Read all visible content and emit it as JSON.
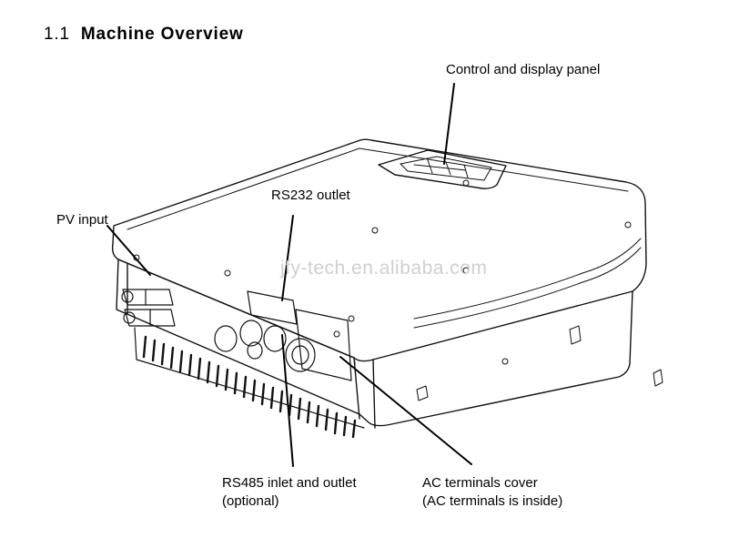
{
  "heading": {
    "number": "1.1",
    "title": "Machine Overview"
  },
  "callouts": {
    "control_panel": "Control and display panel",
    "rs232": "RS232 outlet",
    "pv_input": "PV input",
    "rs485_line1": "RS485 inlet and outlet",
    "rs485_line2": "(optional)",
    "ac_cover_line1": "AC terminals cover",
    "ac_cover_line2": "(AC terminals is inside)"
  },
  "watermark": "jfy-tech.en.alibaba.com"
}
